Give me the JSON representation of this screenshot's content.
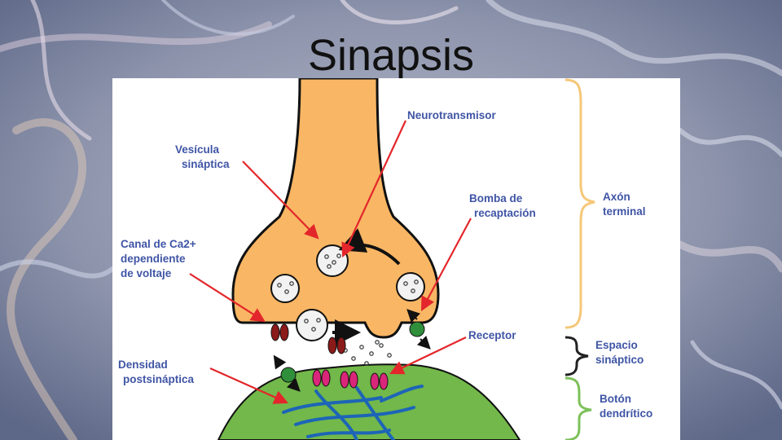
{
  "slide": {
    "title": "Sinapsis"
  },
  "colors": {
    "terminal_fill": "#f9b664",
    "dendrite_fill": "#72b84a",
    "label_text": "#3f55a5",
    "arrow": "#e3262b",
    "axon_bracket": "#f5c778",
    "cleft_bracket": "#222222",
    "dendrite_bracket": "#7cc05a",
    "calcium_channel": "#8b1a1a",
    "receptor": "#d9267a",
    "pump": "#2f8f3a",
    "filaments": "#1d65b7"
  },
  "labels": {
    "neurotransmitter": "Neurotransmisor",
    "vesicle_line1": "Vesícula",
    "vesicle_line2": "sináptica",
    "pump_line1": "Bomba de",
    "pump_line2": "recaptación",
    "channel_line1": "Canal de Ca2+",
    "channel_line2": "dependiente",
    "channel_line3": "de voltaje",
    "receptor": "Receptor",
    "density_line1": "Densidad",
    "density_line2": "postsináptica",
    "axon_line1": "Axón",
    "axon_line2": "terminal",
    "cleft_line1": "Espacio",
    "cleft_line2": "sináptico",
    "dendrite_line1": "Botón",
    "dendrite_line2": "dendrítico"
  }
}
